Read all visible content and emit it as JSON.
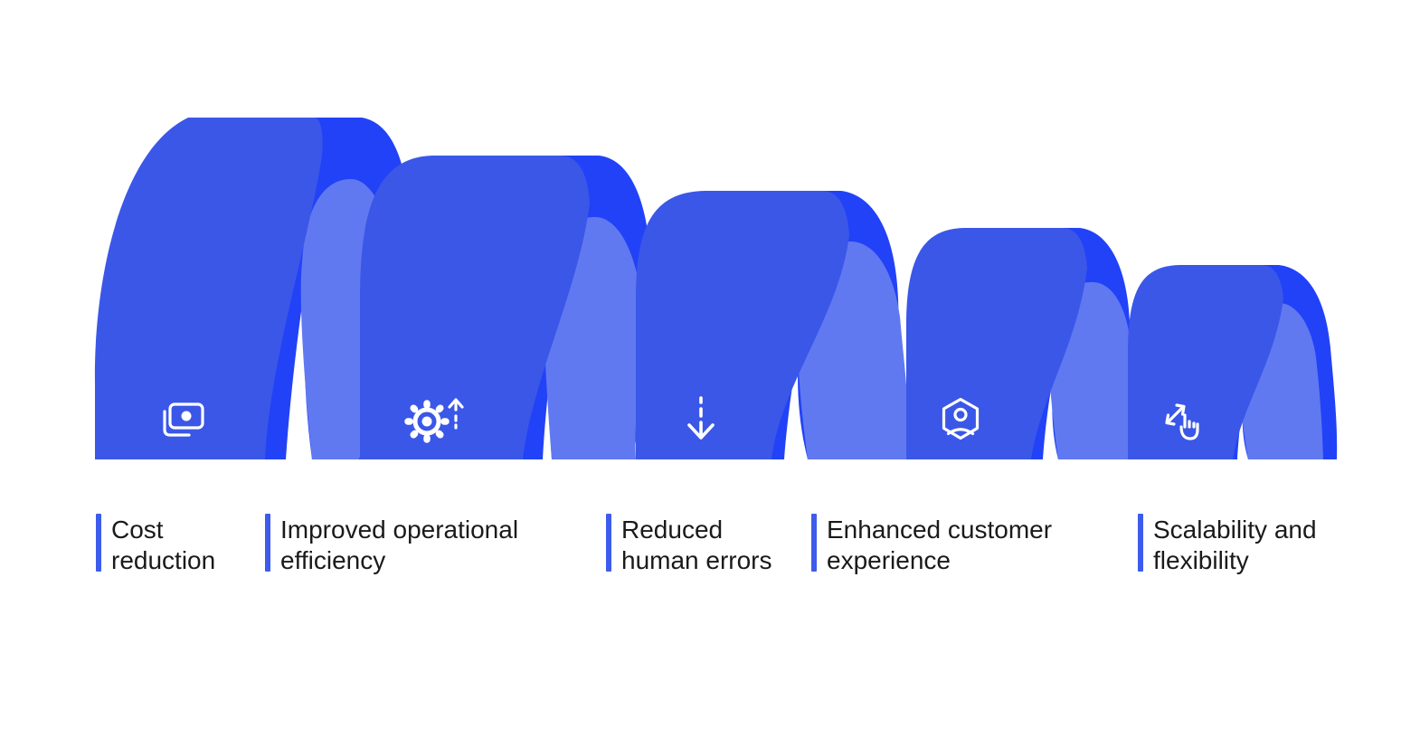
{
  "benefits": [
    {
      "label": "Cost reduction",
      "line1": "Cost",
      "line2": "reduction",
      "icon": "money-icon"
    },
    {
      "label": "Improved operational efficiency",
      "line1": "Improved operational",
      "line2": "efficiency",
      "icon": "gear-up-arrow-icon"
    },
    {
      "label": "Reduced human errors",
      "line1": "Reduced",
      "line2": "human errors",
      "icon": "dashed-down-arrow-icon"
    },
    {
      "label": "Enhanced customer experience",
      "line1": "Enhanced customer",
      "line2": "experience",
      "icon": "customer-hexagon-icon"
    },
    {
      "label": "Scalability and flexibility",
      "line1": "Scalability and",
      "line2": "flexibility",
      "icon": "scale-hand-icon"
    }
  ],
  "colors": {
    "arch_front": "#3B57E8",
    "arch_edge": "#2242F8",
    "arch_inner": "#6079F0",
    "label_bar": "#3D5CEB",
    "text": "#1A1A1A",
    "background": "#FFFFFF",
    "icon": "#FFFFFF"
  }
}
